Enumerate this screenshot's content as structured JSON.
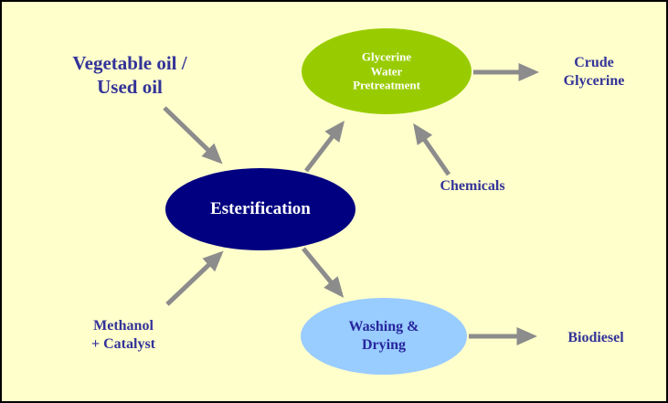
{
  "nodes": {
    "vegetable_oil": {
      "lines": [
        "Vegetable oil /",
        "Used oil"
      ]
    },
    "esterification": {
      "label": "Esterification"
    },
    "glycerine_pretreatment": {
      "lines": [
        "Glycerine",
        "Water",
        "Pretreatment"
      ]
    },
    "washing_drying": {
      "lines": [
        "Washing &",
        "Drying"
      ]
    },
    "crude_glycerine": {
      "lines": [
        "Crude",
        "Glycerine"
      ]
    },
    "chemicals": {
      "label": "Chemicals"
    },
    "methanol_catalyst": {
      "lines": [
        "Methanol",
        "+ Catalyst"
      ]
    },
    "biodiesel": {
      "label": "Biodiesel"
    }
  },
  "colors": {
    "background": "#FFFFCC",
    "esterification_fill": "#000080",
    "glycerine_fill": "#99CC00",
    "washing_fill": "#99CCFF",
    "text_blue": "#333399",
    "arrow": "#8C8C8C"
  }
}
